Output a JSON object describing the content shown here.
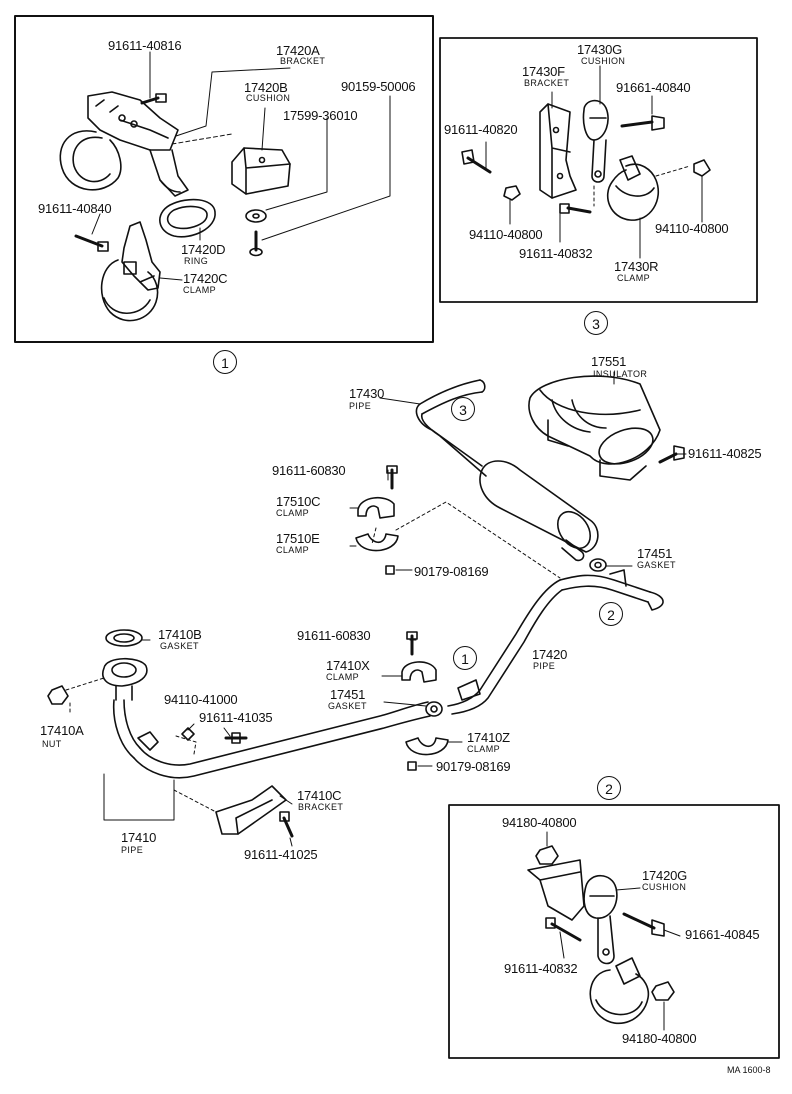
{
  "panels": {
    "p1": {
      "index": "1",
      "parts": [
        {
          "pn": "91611-40816"
        },
        {
          "pn": "17420A",
          "name": "BRACKET"
        },
        {
          "pn": "17420B",
          "name": "CUSHION"
        },
        {
          "pn": "90159-50006"
        },
        {
          "pn": "17599-36010"
        },
        {
          "pn": "91611-40840"
        },
        {
          "pn": "17420D",
          "name": "RING"
        },
        {
          "pn": "17420C",
          "name": "CLAMP"
        }
      ]
    },
    "p2": {
      "index": "2",
      "parts": [
        {
          "pn": "94180-40800"
        },
        {
          "pn": "17420G",
          "name": "CUSHION"
        },
        {
          "pn": "91661-40845"
        },
        {
          "pn": "91611-40832"
        },
        {
          "pn": "94180-40800"
        }
      ]
    },
    "p3": {
      "index": "3",
      "parts": [
        {
          "pn": "17430G",
          "name": "CUSHION"
        },
        {
          "pn": "17430F",
          "name": "BRACKET"
        },
        {
          "pn": "91661-40840"
        },
        {
          "pn": "91611-40820"
        },
        {
          "pn": "94110-40800"
        },
        {
          "pn": "94110-40800"
        },
        {
          "pn": "91611-40832"
        },
        {
          "pn": "17430R",
          "name": "CLAMP"
        }
      ]
    }
  },
  "main": {
    "parts": [
      {
        "pn": "17430",
        "name": "PIPE"
      },
      {
        "pn": "17551",
        "name": "INSULATOR"
      },
      {
        "pn": "91611-40825"
      },
      {
        "pn": "91611-60830"
      },
      {
        "pn": "17510C",
        "name": "CLAMP"
      },
      {
        "pn": "17510E",
        "name": "CLAMP"
      },
      {
        "pn": "90179-08169"
      },
      {
        "pn": "17451",
        "name": "GASKET"
      },
      {
        "pn": "17410B",
        "name": "GASKET"
      },
      {
        "pn": "91611-60830"
      },
      {
        "pn": "17410X",
        "name": "CLAMP"
      },
      {
        "pn": "17420",
        "name": "PIPE"
      },
      {
        "pn": "17451",
        "name": "GASKET"
      },
      {
        "pn": "94110-41000"
      },
      {
        "pn": "91611-41035"
      },
      {
        "pn": "17410A",
        "name": "NUT"
      },
      {
        "pn": "17410Z",
        "name": "CLAMP"
      },
      {
        "pn": "90179-08169"
      },
      {
        "pn": "17410C",
        "name": "BRACKET"
      },
      {
        "pn": "17410",
        "name": "PIPE"
      },
      {
        "pn": "91611-41025"
      }
    ],
    "callouts": [
      "3",
      "2",
      "1"
    ]
  },
  "footer_code": "MA 1600-8"
}
